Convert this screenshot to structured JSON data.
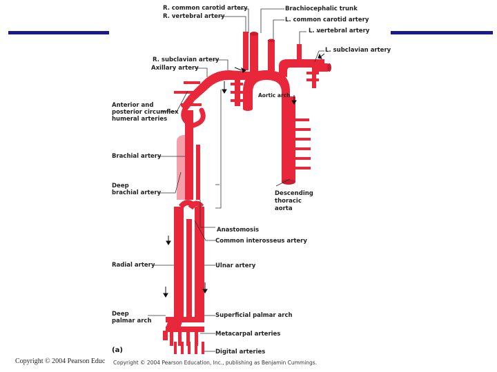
{
  "colors": {
    "artery": "#e8273a",
    "artery_light": "#f4a0aa",
    "rule": "#1a1a8c",
    "leader": "#333333"
  },
  "labels": {
    "r_common_carotid": "R. common carotid artery",
    "r_vertebral": "R. vertebral artery",
    "brachiocephalic": "Brachiocephalic trunk",
    "l_common_carotid": "L. common carotid artery",
    "l_vertebral": "L. vertebral artery",
    "l_subclavian": "L. subclavian artery",
    "r_subclavian": "R. subclavian artery",
    "axillary": "Axillary artery",
    "circumflex_1": "Anterior and",
    "circumflex_2": "posterior circumflex",
    "circumflex_3": "humeral arteries",
    "aortic_arch": "Aortic arch",
    "brachial": "Brachial artery",
    "deep_brachial_1": "Deep",
    "deep_brachial_2": "brachial artery",
    "descending_1": "Descending",
    "descending_2": "thoracic",
    "descending_3": "aorta",
    "anastomosis": "Anastomosis",
    "common_interosseus": "Common interosseus artery",
    "radial": "Radial artery",
    "ulnar": "Ulnar artery",
    "deep_palmar_1": "Deep",
    "deep_palmar_2": "palmar arch",
    "superficial_palmar": "Superficial palmar arch",
    "metacarpal": "Metacarpal arteries",
    "digital": "Digital arteries",
    "figure_letter": "(a)"
  },
  "footer": {
    "left_copyright": "Copyright © 2004 Pearson Educ",
    "figure_copyright": "Copyright © 2004 Pearson Education, Inc., publishing as Benjamin Cummings."
  }
}
